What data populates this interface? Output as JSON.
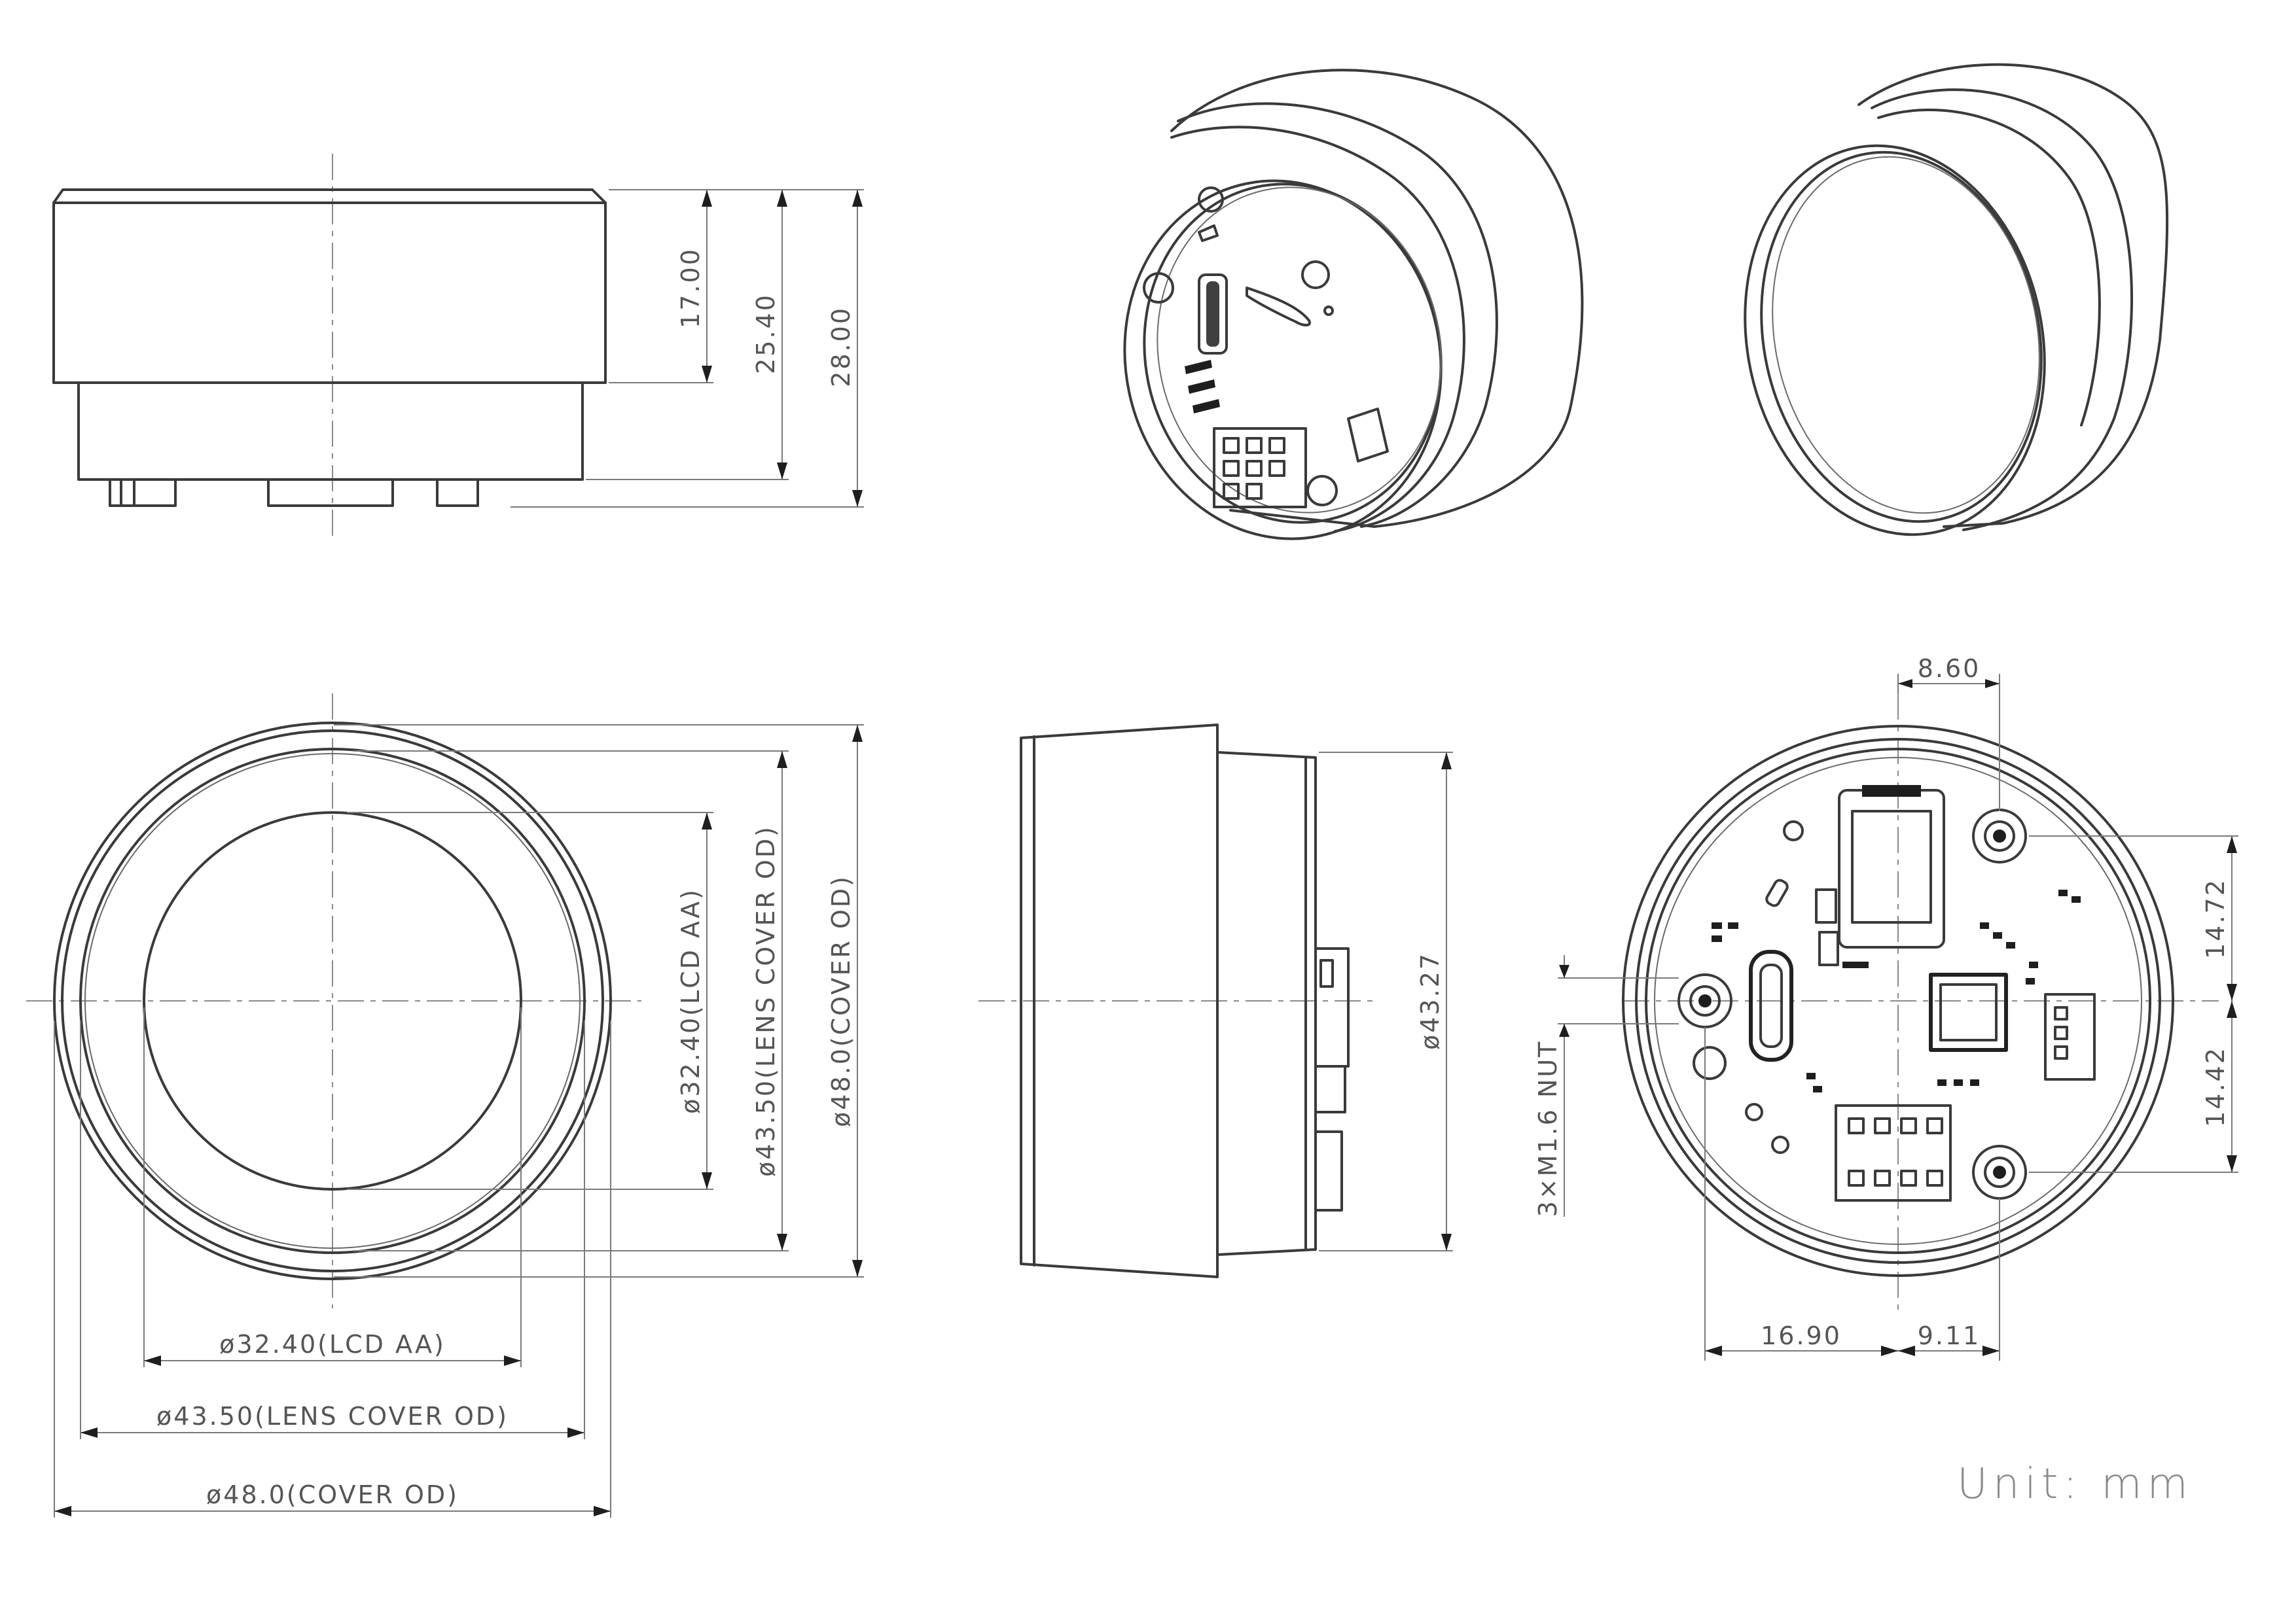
{
  "dimensions": {
    "side_h17": "17.00",
    "side_h254": "25.40",
    "side_h28": "28.00",
    "front_lcd": "ø32.40(LCD AA)",
    "front_lens": "ø43.50(LENS COVER OD)",
    "front_cover": "ø48.0(COVER OD)",
    "side_dia": "ø43.27",
    "back_860": "8.60",
    "back_1472": "14.72",
    "back_1442": "14.42",
    "back_1690": "16.90",
    "back_911": "9.11",
    "back_nut": "3×M1.6 NUT"
  },
  "unit_label": "Unit: mm",
  "colors": {
    "line": "#3a3a3a",
    "dimension": "#7a7a7a",
    "text": "#555555"
  }
}
